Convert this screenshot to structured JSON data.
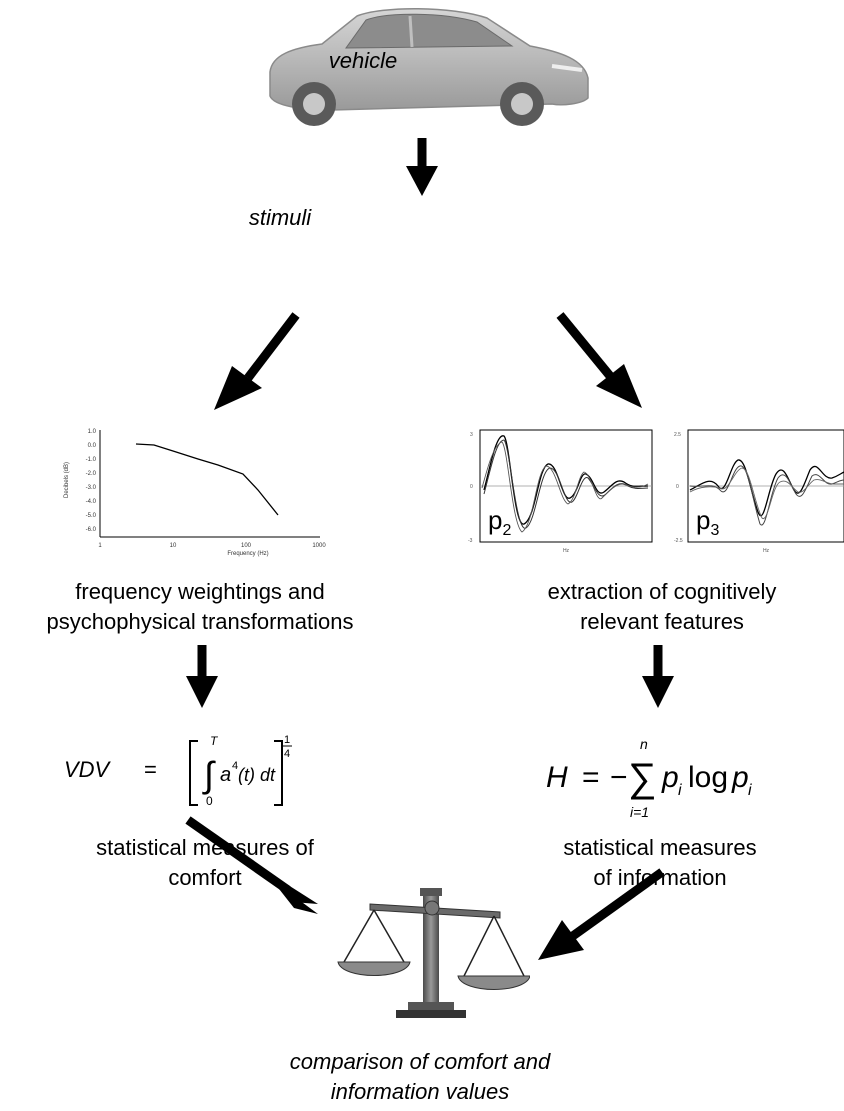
{
  "vehicle": {
    "label": "vehicle"
  },
  "stimuli": {
    "label": "stimuli"
  },
  "left_branch": {
    "caption_line1": "frequency weightings and",
    "caption_line2": "psychophysical transformations",
    "chart": {
      "ylabel": "Decibels (dB)",
      "xlabel": "Frequency (Hz)",
      "yticks": [
        "1.0",
        "0.0",
        "-1.0",
        "-2.0",
        "-3.0",
        "-4.0",
        "-5.0",
        "-6.0"
      ],
      "xticks": [
        "1",
        "10",
        "100",
        "1000"
      ]
    },
    "equation": {
      "lhs": "VDV",
      "eq": "=",
      "upper": "T",
      "lower": "0",
      "integrand": "a",
      "power": "4",
      "rest": "(t) dt",
      "outer_num": "1",
      "outer_den": "4"
    },
    "measure_line1": "statistical measures of",
    "measure_line2": "comfort"
  },
  "right_branch": {
    "caption_line1": "extraction of cognitively",
    "caption_line2": "relevant features",
    "panel1": {
      "label": "p",
      "sub": "2"
    },
    "panel2": {
      "label": "p",
      "sub": "3"
    },
    "equation": {
      "lhs": "H",
      "eq": "=",
      "minus": "−",
      "sum": "∑",
      "upper": "n",
      "lower": "i=1",
      "p": "p",
      "i": "i",
      "log": "log"
    },
    "measure_line1": "statistical measures",
    "measure_line2": "of information"
  },
  "result": {
    "line1": "comparison of comfort and",
    "line2": "information values"
  },
  "colors": {
    "arrow": "#000000",
    "car": "#b9b9b9",
    "scale": "#7a7a7a"
  }
}
